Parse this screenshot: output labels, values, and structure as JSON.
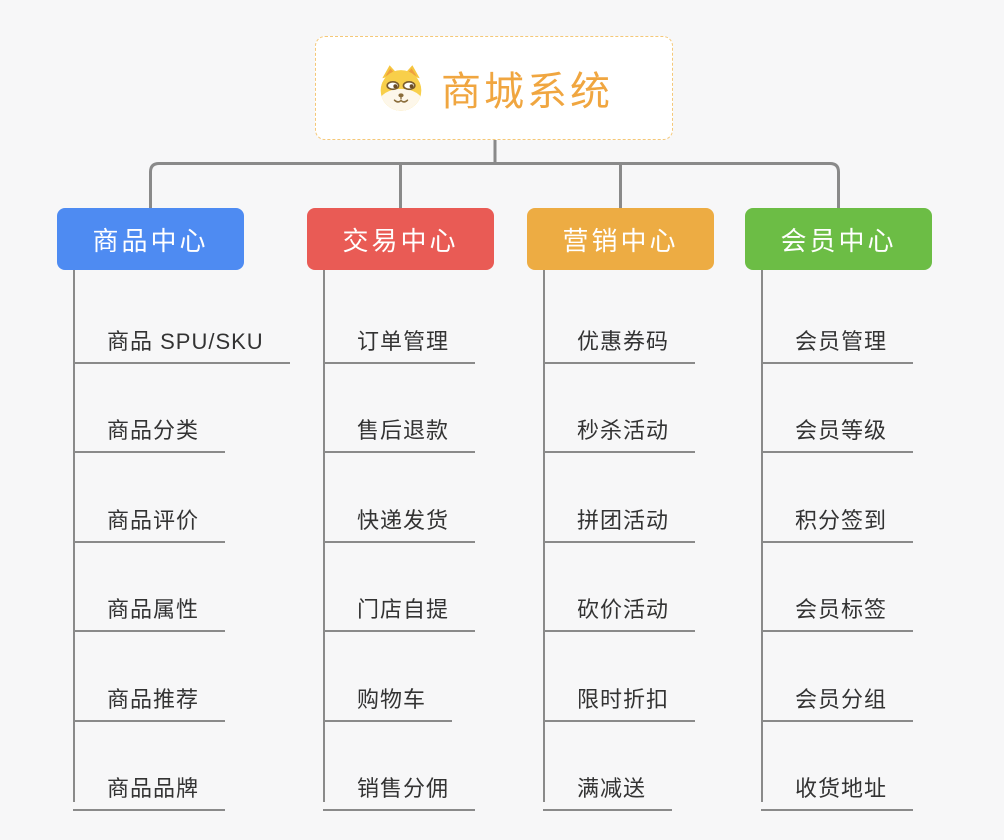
{
  "root": {
    "title": "商城系统",
    "icon": "dog-face",
    "title_color": "#F0A640",
    "border_color": "#F5C878",
    "background": "#FFFFFF"
  },
  "branches": [
    {
      "label": "商品中心",
      "color": "#4E8BF2",
      "items": [
        "商品 SPU/SKU",
        "商品分类",
        "商品评价",
        "商品属性",
        "商品推荐",
        "商品品牌"
      ]
    },
    {
      "label": "交易中心",
      "color": "#E95B55",
      "items": [
        "订单管理",
        "售后退款",
        "快递发货",
        "门店自提",
        "购物车",
        "销售分佣"
      ]
    },
    {
      "label": "营销中心",
      "color": "#EDAC43",
      "items": [
        "优惠券码",
        "秒杀活动",
        "拼团活动",
        "砍价活动",
        "限时折扣",
        "满减送"
      ]
    },
    {
      "label": "会员中心",
      "color": "#6CBD45",
      "items": [
        "会员管理",
        "会员等级",
        "积分签到",
        "会员标签",
        "会员分组",
        "收货地址"
      ]
    }
  ],
  "colors": {
    "connector": "#8A8A8A",
    "item_text": "#333333",
    "node_text": "#FFFFFF",
    "background": "#F7F7F8"
  }
}
